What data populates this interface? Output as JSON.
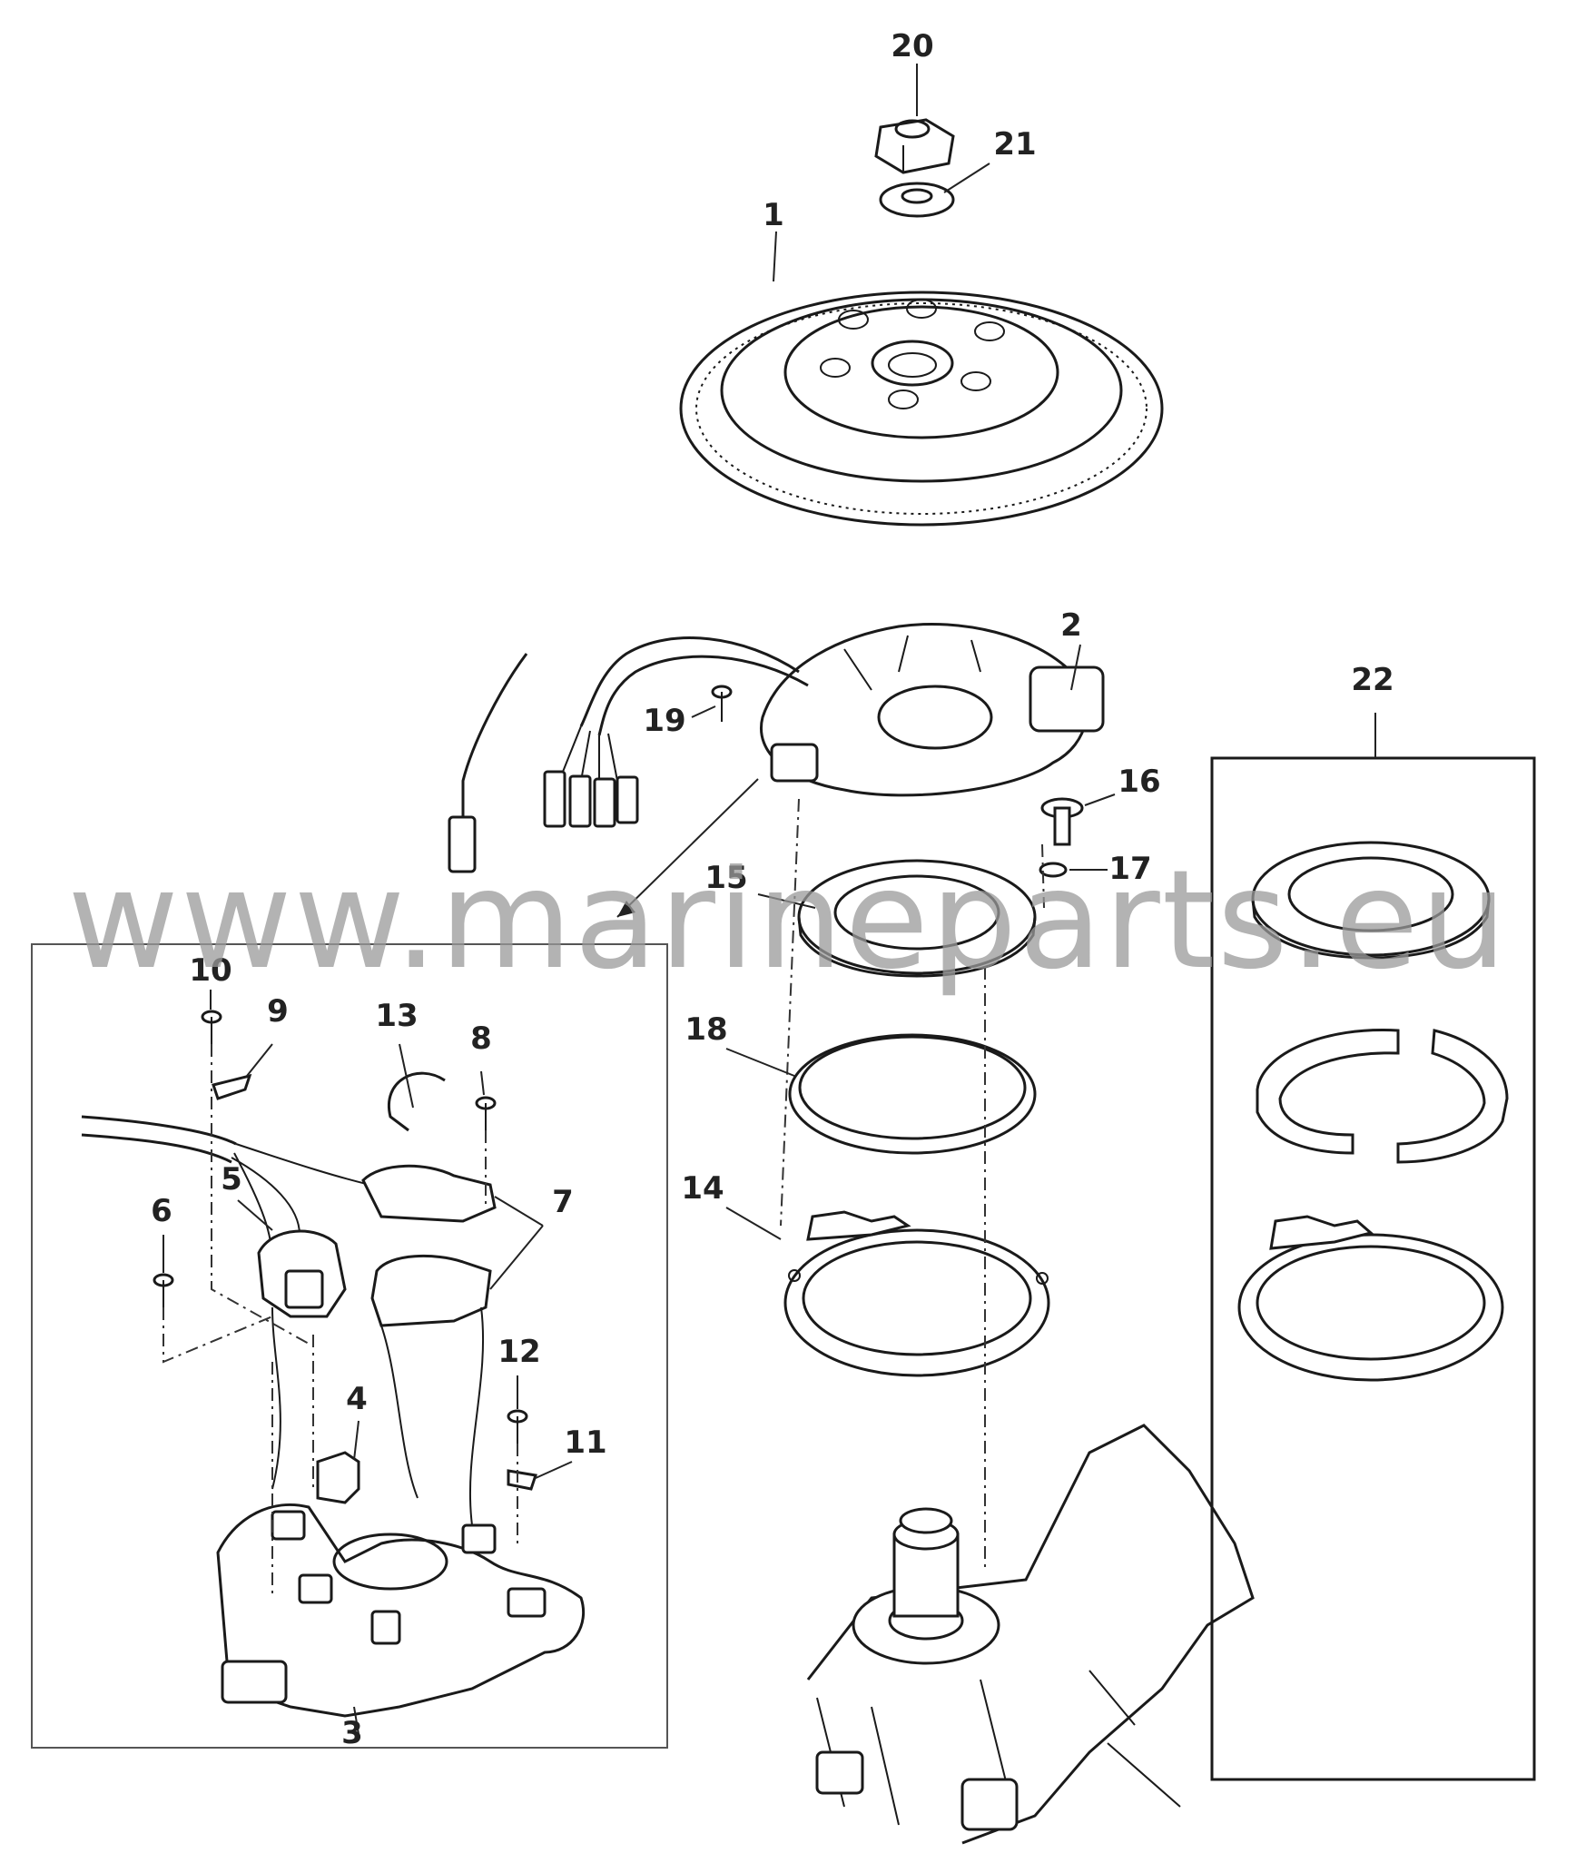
{
  "watermark": "www.marineparts.eu",
  "callouts": [
    "20",
    "21",
    "1",
    "2",
    "19",
    "22",
    "16",
    "17",
    "15",
    "18",
    "14",
    "10",
    "9",
    "13",
    "8",
    "5",
    "7",
    "6",
    "12",
    "4",
    "11",
    "3"
  ]
}
